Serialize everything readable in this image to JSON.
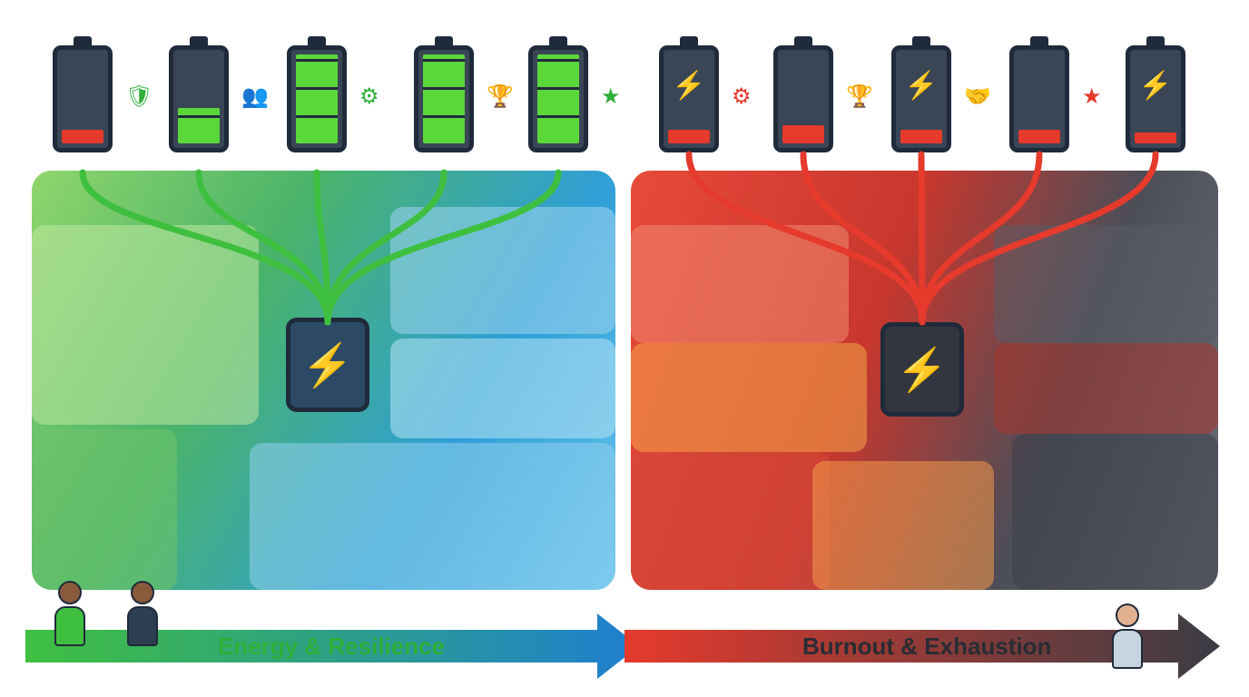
{
  "colors": {
    "energy": "#3fbf3f",
    "burnout": "#e53a2c",
    "outline": "#1f2a3a",
    "blue": "#2f9fd6",
    "dark": "#4c4e58"
  },
  "energy_side": {
    "label": "Energy & Resilience",
    "battery_levels": [
      0.15,
      0.4,
      1.0,
      1.0,
      1.0
    ],
    "icons": [
      "shield-check-icon",
      "people-icon",
      "gears-icon",
      "trophy-icon",
      "road-star-icon"
    ],
    "hub_icon": "lightning-icon"
  },
  "burnout_side": {
    "label": "Burnout & Exhaustion",
    "battery_levels": [
      0.15,
      0.2,
      0.15,
      0.15,
      0.12
    ],
    "icons": [
      "gears-icon",
      "trophy-icon",
      "handshake-icon",
      "arrow-out-icon"
    ],
    "hub_icon": "lightning-icon"
  },
  "glyphs": {
    "bolt": "⚡",
    "check": "✔",
    "shield": "🛡",
    "gear": "⚙",
    "trophy": "🏆",
    "star": "★",
    "chat": "💬",
    "warning": "⚠",
    "thumbs": "👍",
    "plug": "🔌",
    "people": "👥",
    "handshake": "🤝",
    "clock": "⏰",
    "globe": "🌍"
  }
}
